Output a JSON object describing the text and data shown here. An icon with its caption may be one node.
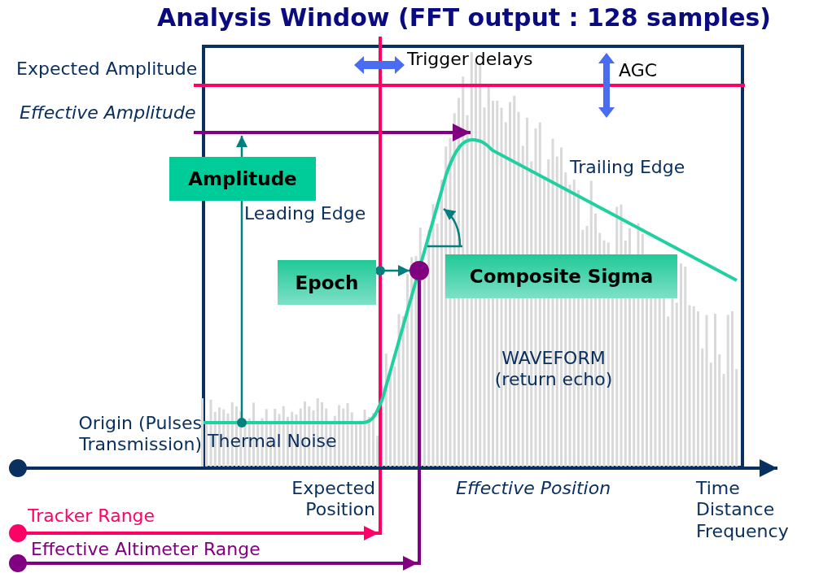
{
  "diagram": {
    "title": "Analysis Window (FFT output : 128 samples)",
    "nodes": [
      {
        "text": [
          "Amplitude"
        ]
      },
      {
        "text": [
          "Epoch"
        ]
      },
      {
        "text": [
          "Composite Sigma"
        ]
      },
      {
        "text": [],
        "shape": "circle"
      }
    ],
    "edges": [
      {
        "from": 1,
        "to": 3,
        "arrow": "to"
      }
    ],
    "labels": [
      "Expected Amplitude",
      "Trigger delays",
      "AGC",
      "Effective Amplitude",
      "Trailing Edge",
      "Leading Edge",
      "WAVEFORM (return echo)",
      "Origin (Pulses Transmission)",
      "Thermal Noise",
      "Expected Position",
      "Effective Position",
      "Time Distance Frequency",
      "Tracker Range",
      "Effective Altimeter Range"
    ]
  }
}
